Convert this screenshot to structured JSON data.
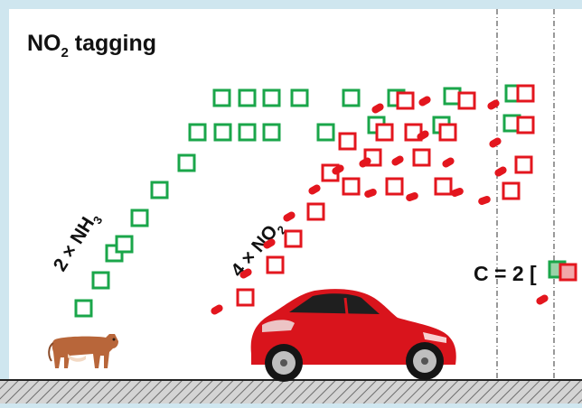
{
  "title": {
    "text": "NO",
    "sub": "2",
    "rest": " tagging"
  },
  "labels": {
    "nh3": {
      "prefix": "2 × NH",
      "sub": "3"
    },
    "no2": {
      "prefix": "4 × NO",
      "sub": "2"
    },
    "constant": {
      "text": "C = 2 ["
    }
  },
  "colors": {
    "frame": "#cfe6ef",
    "green": "#1aa64a",
    "red": "#e3161e",
    "pellet": "#e3161e",
    "car": "#d9141c",
    "cow": "#b8663a",
    "ground": "#b8b8b8"
  }
}
